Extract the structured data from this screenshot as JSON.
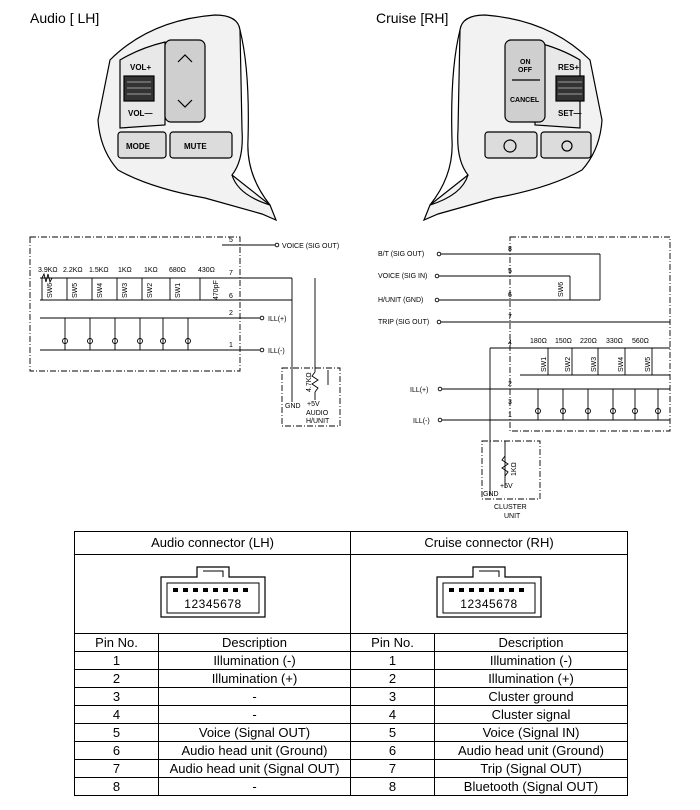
{
  "titles": {
    "audio": "Audio [ LH]",
    "cruise": "Cruise [RH]"
  },
  "audio_buttons": {
    "vol_up": "VOL+",
    "vol_down": "VOL—",
    "mode": "MODE",
    "mute": "MUTE"
  },
  "cruise_buttons": {
    "on_off_1": "ON",
    "on_off_2": "OFF",
    "cancel": "CANCEL",
    "res": "RES+",
    "set": "SET—"
  },
  "lh_circuit": {
    "voice": "VOICE (SIG OUT)",
    "ill_plus": "ILL(+)",
    "ill_minus": "ILL(-)",
    "resistors": [
      "3.9KΩ",
      "2.2KΩ",
      "1.5KΩ",
      "1KΩ",
      "1KΩ",
      "680Ω",
      "430Ω"
    ],
    "switches": [
      "SW6",
      "SW5",
      "SW4",
      "SW3",
      "SW2",
      "SW1"
    ],
    "cap": "470pF",
    "pins": [
      "5",
      "7",
      "6",
      "2",
      "1"
    ],
    "unit_r": "4.7KΩ",
    "unit_gnd": "GND",
    "unit_v": "+5V",
    "unit_name_1": "AUDIO",
    "unit_name_2": "H/UNIT"
  },
  "rh_circuit": {
    "bt": "B/T (SIG OUT)",
    "voice": "VOICE (SIG IN)",
    "hunit": "H/UNIT (GND)",
    "trip": "TRIP (SIG OUT)",
    "ill_plus": "ILL(+)",
    "ill_minus": "ILL(-)",
    "sw6": "SW6",
    "resistors": [
      "180Ω",
      "150Ω",
      "220Ω",
      "330Ω",
      "560Ω"
    ],
    "switches": [
      "SW1",
      "SW2",
      "SW3",
      "SW4",
      "SW5"
    ],
    "pins": [
      "8",
      "5",
      "6",
      "7",
      "4",
      "2",
      "3",
      "1"
    ],
    "unit_r": "1KΩ",
    "unit_v": "+5V",
    "unit_gnd": "GND",
    "unit_name_1": "CLUSTER",
    "unit_name_2": "UNIT"
  },
  "table": {
    "headers": [
      "Audio connector (LH)",
      "Cruise connector (RH)"
    ],
    "connector_pins": "12345678",
    "col_headers": [
      "Pin No.",
      "Description",
      "Pin No.",
      "Description"
    ],
    "rows": [
      [
        "1",
        "Illumination (-)",
        "1",
        "Illumination (-)"
      ],
      [
        "2",
        "Illumination (+)",
        "2",
        "Illumination (+)"
      ],
      [
        "3",
        "-",
        "3",
        "Cluster ground"
      ],
      [
        "4",
        "-",
        "4",
        "Cluster signal"
      ],
      [
        "5",
        "Voice (Signal OUT)",
        "5",
        "Voice (Signal IN)"
      ],
      [
        "6",
        "Audio head unit (Ground)",
        "6",
        "Audio head unit (Ground)"
      ],
      [
        "7",
        "Audio head unit (Signal OUT)",
        "7",
        "Trip (Signal OUT)"
      ],
      [
        "8",
        "-",
        "8",
        "Bluetooth (Signal OUT)"
      ]
    ]
  }
}
